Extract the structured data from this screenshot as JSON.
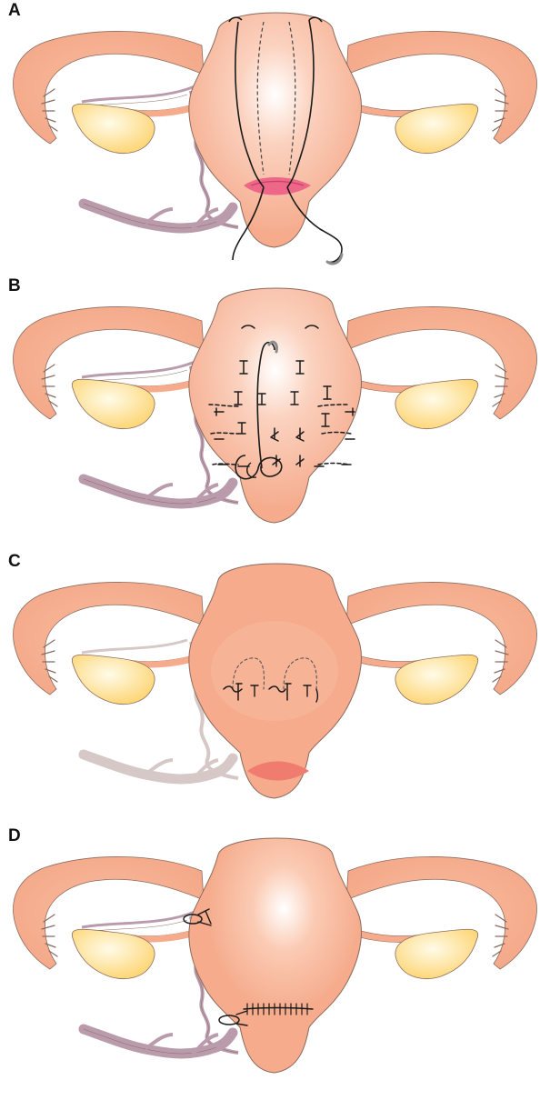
{
  "panels": [
    {
      "label": "A",
      "icon": "uterus-compression-suture-placement-icon"
    },
    {
      "label": "B",
      "icon": "uterus-multiple-square-sutures-icon"
    },
    {
      "label": "C",
      "icon": "uterus-vessel-ligation-sutures-icon"
    },
    {
      "label": "D",
      "icon": "uterus-artery-ligation-closed-incision-icon"
    }
  ],
  "colors": {
    "uterus": "#f5ab8c",
    "uterus_highlight": "#ffffff",
    "uterus_outline": "#8a6a5e",
    "ovary": "#fde08a",
    "ovary_center": "#fffbe8",
    "vessel": "#b99bac",
    "vessel_faded": "#c8b6b4",
    "suture": "#1a1a1a",
    "needle": "#8c8c8c",
    "incision": "#ee6688",
    "incision_closed": "#f08070"
  }
}
